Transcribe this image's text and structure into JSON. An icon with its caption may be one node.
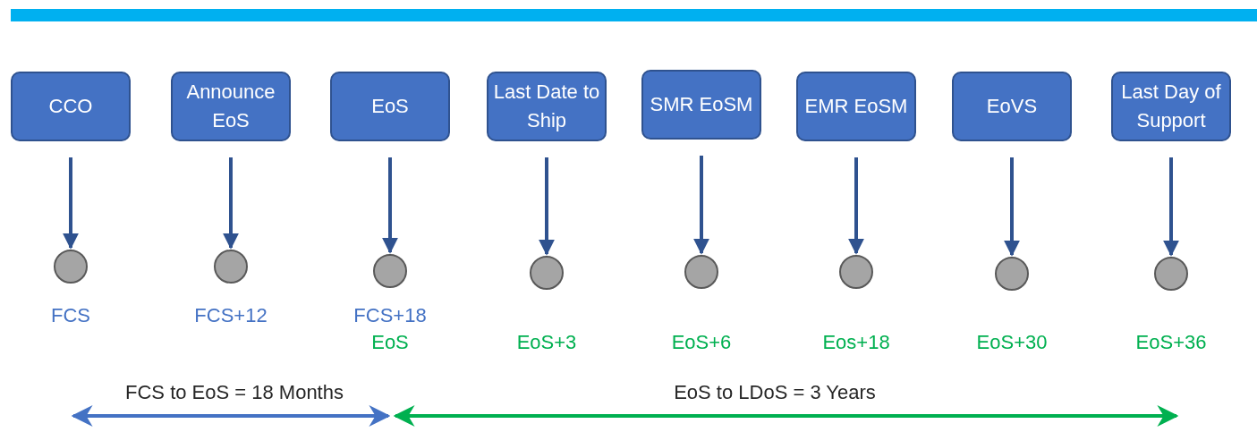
{
  "diagram": {
    "nodes": [
      {
        "text": [
          "CCO"
        ]
      },
      {
        "text": [
          "Announce EoS"
        ]
      },
      {
        "text": [
          "EoS"
        ]
      },
      {
        "text": [
          "Last Date to Ship"
        ]
      },
      {
        "text": [
          "SMR EoSM"
        ]
      },
      {
        "text": [
          "EMR EoSM"
        ]
      },
      {
        "text": [
          "EoVS"
        ]
      },
      {
        "text": [
          "Last Day of Support"
        ]
      },
      {
        "text": [],
        "shape": "circle",
        "beside": [
          "FCS"
        ]
      },
      {
        "text": [],
        "shape": "circle",
        "beside": [
          "FCS+12"
        ]
      },
      {
        "text": [],
        "shape": "circle",
        "beside": [
          "FCS+18",
          "EoS"
        ]
      },
      {
        "text": [],
        "shape": "circle",
        "beside": [
          "EoS+3"
        ]
      },
      {
        "text": [],
        "shape": "circle",
        "beside": [
          "EoS+6"
        ]
      },
      {
        "text": [],
        "shape": "circle",
        "beside": [
          "Eos+18"
        ]
      },
      {
        "text": [],
        "shape": "circle",
        "beside": [
          "EoS+30"
        ]
      },
      {
        "text": [],
        "shape": "circle",
        "beside": [
          "EoS+36"
        ]
      }
    ],
    "edges": [
      {
        "from": 0,
        "to": 8,
        "arrow": "to"
      },
      {
        "from": 1,
        "to": 9,
        "arrow": "to"
      },
      {
        "from": 2,
        "to": 10,
        "arrow": "to"
      },
      {
        "from": 3,
        "to": 11,
        "arrow": "to"
      },
      {
        "from": 4,
        "to": 12,
        "arrow": "to"
      },
      {
        "from": 5,
        "to": 13,
        "arrow": "to"
      },
      {
        "from": 6,
        "to": 14,
        "arrow": "to"
      },
      {
        "from": 7,
        "to": 15,
        "arrow": "to"
      }
    ],
    "labels": [
      "FCS to EoS = 18 Months",
      "EoS to LDoS = 3 Years"
    ]
  }
}
